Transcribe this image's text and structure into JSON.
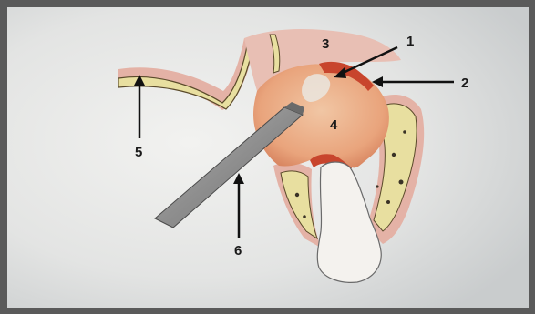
{
  "labels": {
    "l1": "1",
    "l2": "2",
    "l3": "3",
    "l4": "4",
    "l5": "5",
    "l6": "6"
  },
  "colors": {
    "paper": "#e6e6e4",
    "mucosa": "#e4b2a6",
    "bone": "#e8dfa0",
    "lesion": "#e7a57e",
    "lesion_border": "#c8452d",
    "tooth": "#f4f2ee",
    "instrument": "#9c9c9c"
  }
}
